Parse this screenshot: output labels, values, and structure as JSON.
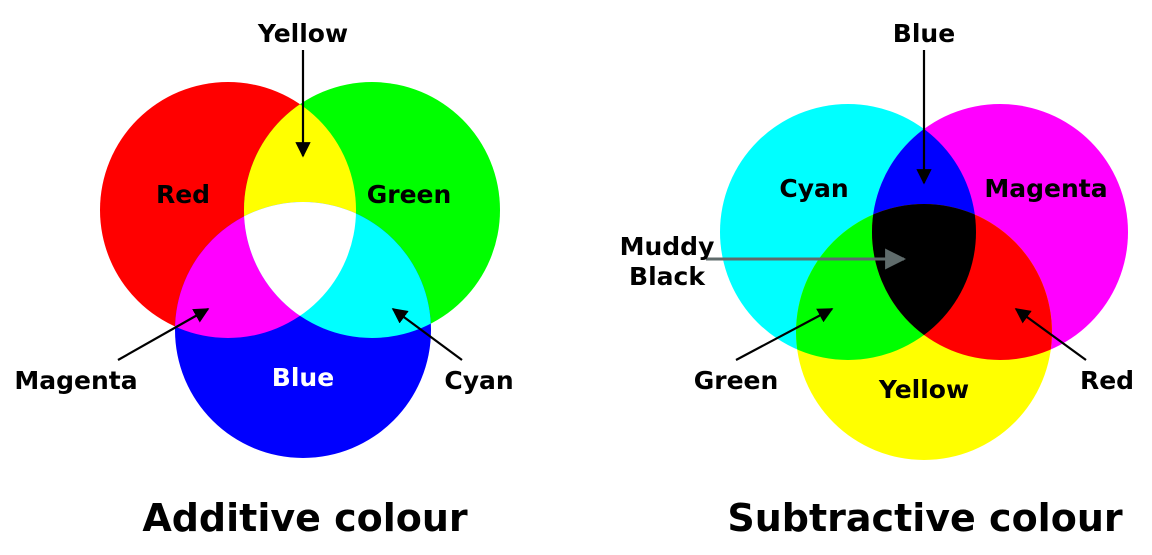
{
  "additive": {
    "title": "Additive colour",
    "labels": {
      "red": "Red",
      "green": "Green",
      "blue": "Blue",
      "yellow": "Yellow",
      "magenta": "Magenta",
      "cyan": "Cyan"
    },
    "colors": {
      "red": "#ff0000",
      "green": "#00ff00",
      "blue": "#0000ff",
      "yellow": "#ffff00",
      "magenta": "#ff00ff",
      "cyan": "#00ffff",
      "center": "#ffffff"
    }
  },
  "subtractive": {
    "title": "Subtractive colour",
    "labels": {
      "cyan": "Cyan",
      "magenta": "Magenta",
      "yellow": "Yellow",
      "blue": "Blue",
      "green": "Green",
      "red": "Red",
      "muddy_line1": "Muddy",
      "muddy_line2": "Black"
    },
    "colors": {
      "cyan": "#00ffff",
      "magenta": "#ff00ff",
      "yellow": "#ffff00",
      "blue": "#0000ff",
      "green": "#00ff00",
      "red": "#ff0000",
      "center": "#000000",
      "muddy_arrow": "#5f6b6b"
    }
  }
}
